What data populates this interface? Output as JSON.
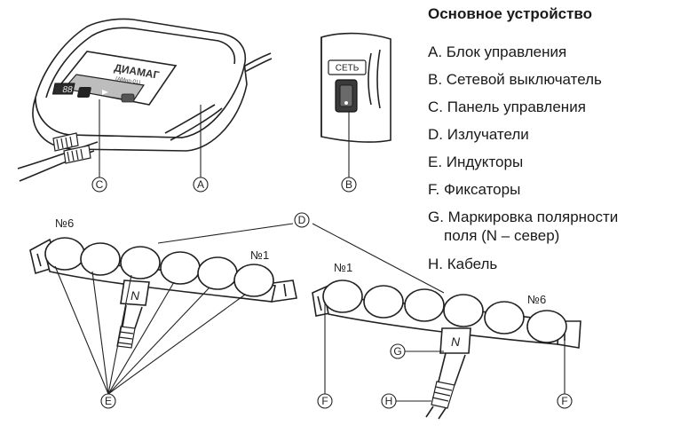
{
  "legend": {
    "title": "Основное устройство",
    "items": [
      {
        "letter": "A",
        "text": "A. Блок управления"
      },
      {
        "letter": "B",
        "text": "B. Сетевой выключатель"
      },
      {
        "letter": "C",
        "text": "C. Панель управления"
      },
      {
        "letter": "D",
        "text": "D. Излучатели"
      },
      {
        "letter": "E",
        "text": "E. Индукторы"
      },
      {
        "letter": "F",
        "text": "F. Фиксаторы"
      },
      {
        "letter": "G",
        "text": "G. Маркировка полярности",
        "cont": "поля (N – север)"
      },
      {
        "letter": "H",
        "text": "H. Кабель"
      }
    ]
  },
  "device": {
    "brand": "ДИАМАГ",
    "model": "(АМнп-01)",
    "display": "88",
    "switch_label": "СЕТЬ"
  },
  "callouts": {
    "A": "A",
    "B": "B",
    "C": "C",
    "D": "D",
    "E": "E",
    "F": "F",
    "G": "G",
    "H": "H"
  },
  "emitters": {
    "left": {
      "first": "№6",
      "last": "№1",
      "polarity": "N"
    },
    "right": {
      "first": "№1",
      "last": "№6",
      "polarity": "N"
    }
  }
}
